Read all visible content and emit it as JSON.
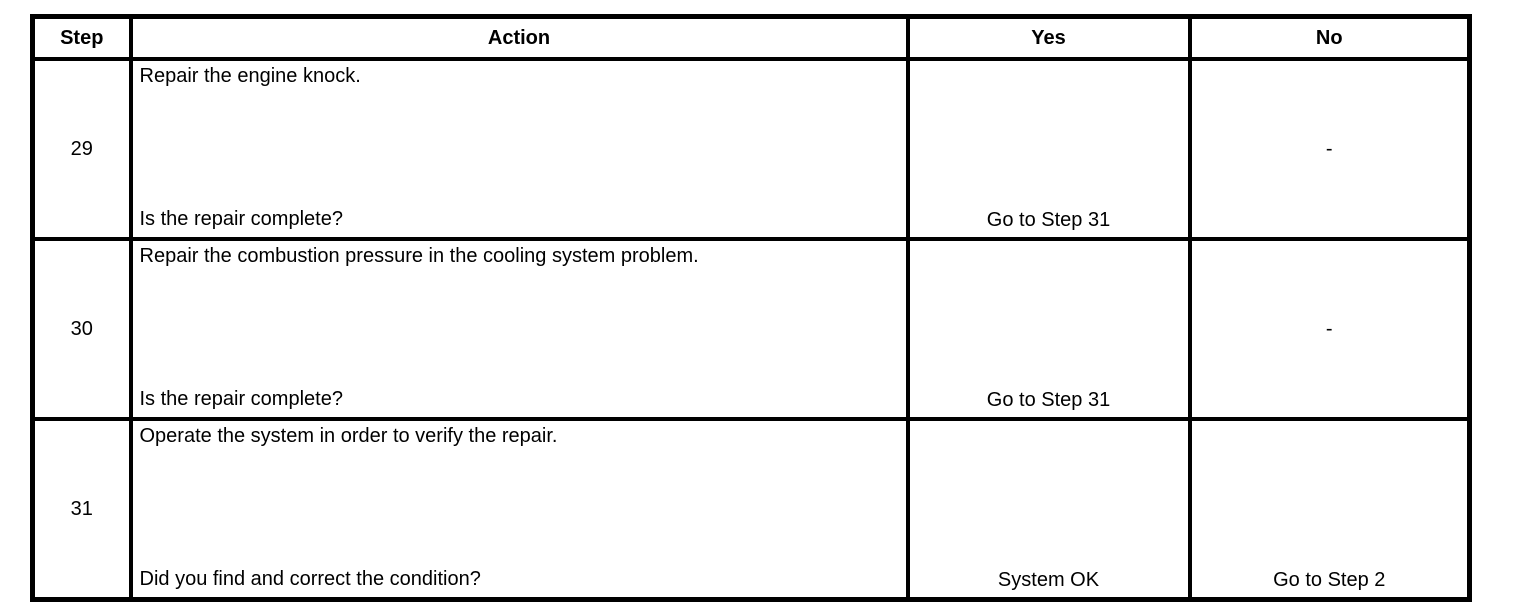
{
  "table": {
    "headers": {
      "step": "Step",
      "action": "Action",
      "yes": "Yes",
      "no": "No"
    },
    "rows": [
      {
        "step": "29",
        "action_instruction": "Repair the engine knock.",
        "action_question": "Is the repair complete?",
        "yes": "Go to Step 31",
        "no": "-"
      },
      {
        "step": "30",
        "action_instruction": "Repair the combustion pressure in the cooling system problem.",
        "action_question": "Is the repair complete?",
        "yes": "Go to Step 31",
        "no": "-"
      },
      {
        "step": "31",
        "action_instruction": "Operate the system in order to verify the repair.",
        "action_question": "Did you find and correct the condition?",
        "yes": "System OK",
        "no": "Go to Step 2"
      }
    ],
    "colors": {
      "border": "#000000",
      "text": "#000000",
      "background": "#ffffff"
    }
  }
}
